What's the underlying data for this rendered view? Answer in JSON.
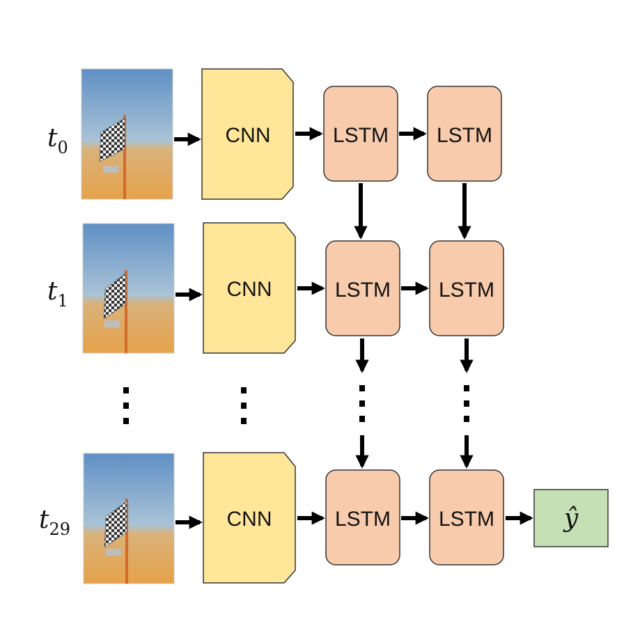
{
  "rows": [
    {
      "time_var": "t",
      "time_sub": "0",
      "cnn": "CNN",
      "lstm": [
        "LSTM",
        "LSTM"
      ]
    },
    {
      "time_var": "t",
      "time_sub": "1",
      "cnn": "CNN",
      "lstm": [
        "LSTM",
        "LSTM"
      ]
    },
    {
      "time_var": "t",
      "time_sub": "29",
      "cnn": "CNN",
      "lstm": [
        "LSTM",
        "LSTM"
      ]
    }
  ],
  "output": {
    "label": "ŷ"
  },
  "colors": {
    "cnn_fill": "#FFE699",
    "lstm_fill": "#F8CBAD",
    "output_fill": "#C5E0B4",
    "border": "#333333",
    "arrow": "#000000"
  },
  "icons": {
    "frame": "checkered-flag-photo",
    "ellipsis": "vertical-dots"
  }
}
